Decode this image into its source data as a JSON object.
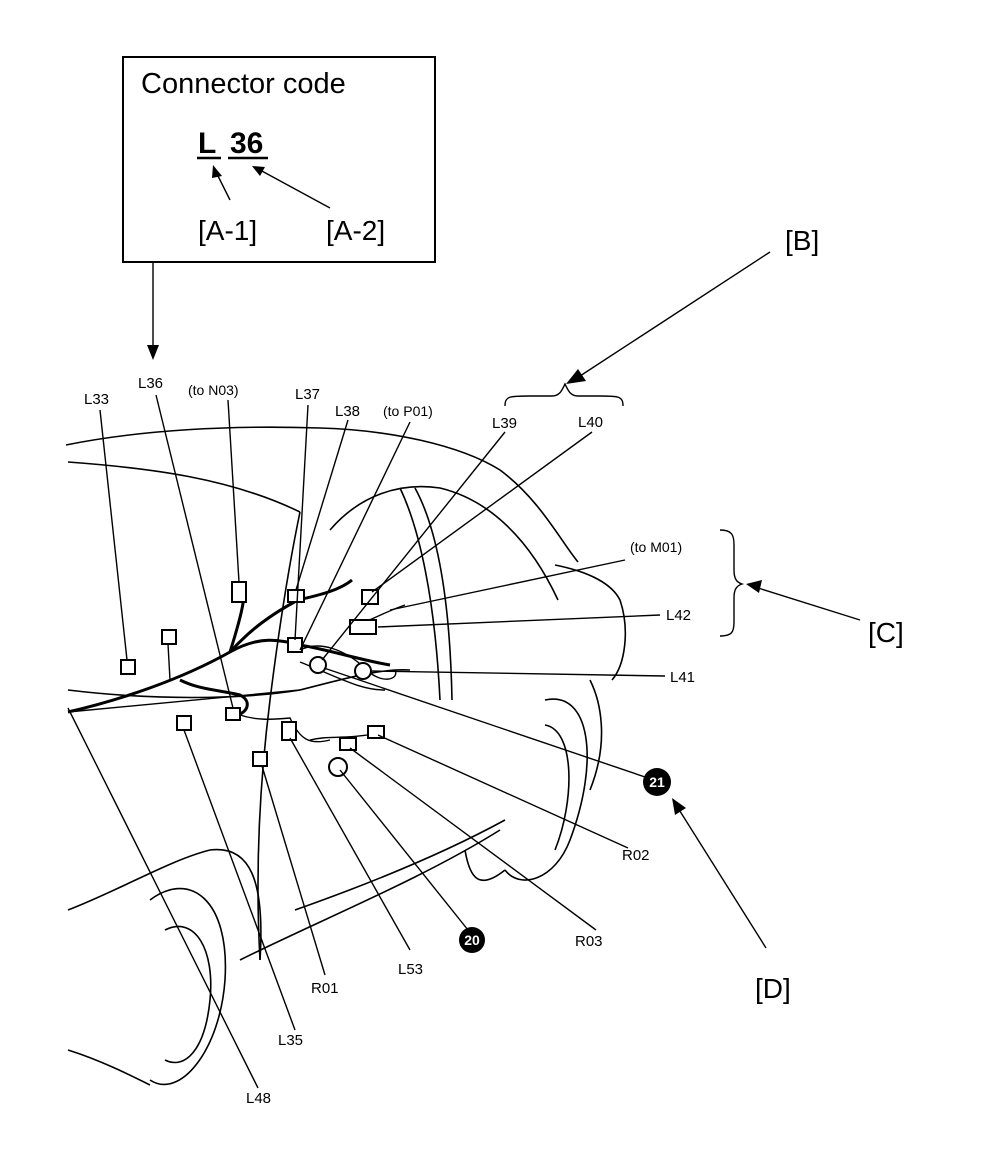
{
  "legend_box": {
    "title": "Connector code",
    "code_prefix": "L",
    "code_number": "36",
    "part_a1": "[A-1]",
    "part_a2": "[A-2]"
  },
  "callouts": {
    "B": "[B]",
    "C": "[C]",
    "D": "[D]"
  },
  "connector_labels": {
    "L33": "L33",
    "L36": "L36",
    "to_N03": "(to N03)",
    "L37": "L37",
    "L38": "L38",
    "to_P01": "(to P01)",
    "L39": "L39",
    "L40": "L40",
    "to_M01": "(to M01)",
    "L42": "L42",
    "L41": "L41",
    "R02": "R02",
    "R03": "R03",
    "L53": "L53",
    "R01": "R01",
    "L35": "L35",
    "L48": "L48"
  },
  "ground_points": {
    "g20": "20",
    "g21": "21"
  }
}
